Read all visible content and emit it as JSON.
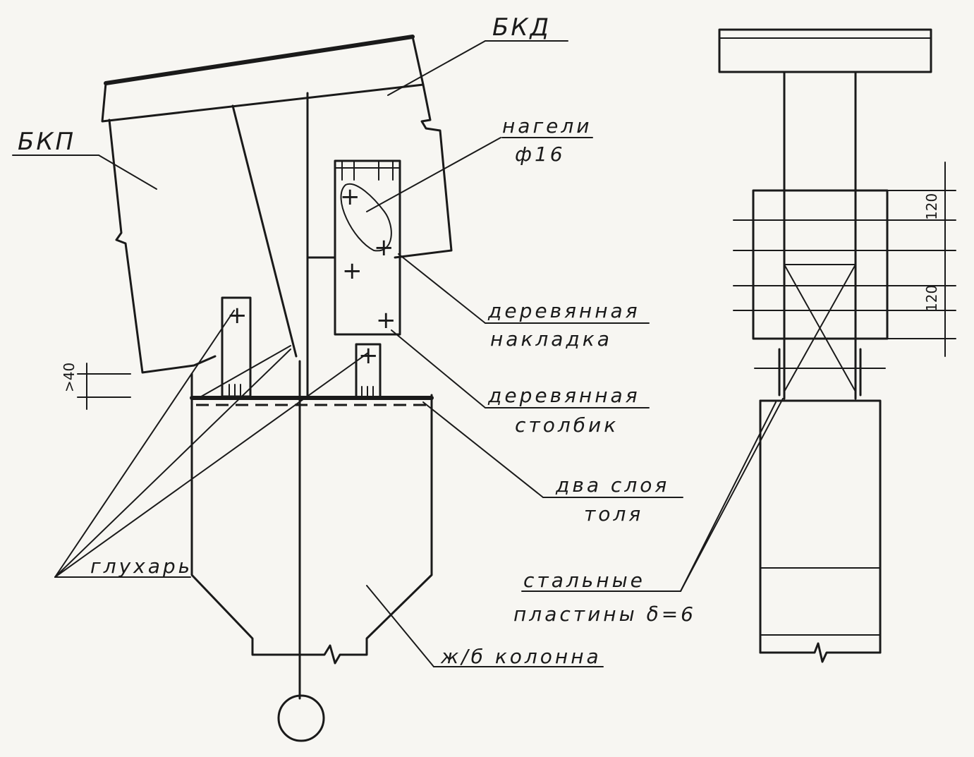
{
  "labels": {
    "bkd": "БКД",
    "bkp": "БКП",
    "dowels_line1": "нагели",
    "dowels_line2": "ф16",
    "wood_overlay_line1": "деревянная",
    "wood_overlay_line2": "накладка",
    "wood_post_line1": "деревянная",
    "wood_post_line2": "столбик",
    "roofing_line1": "два слоя",
    "roofing_line2": "толя",
    "lag_screw": "глухарь",
    "steel_plates_line1": "стальные",
    "steel_plates_line2": "пластины δ=6",
    "column": "ж/б колонна"
  },
  "dimensions": {
    "gap_min": ">40",
    "bolt_spacing_top": "120",
    "bolt_spacing_bottom": "120"
  }
}
